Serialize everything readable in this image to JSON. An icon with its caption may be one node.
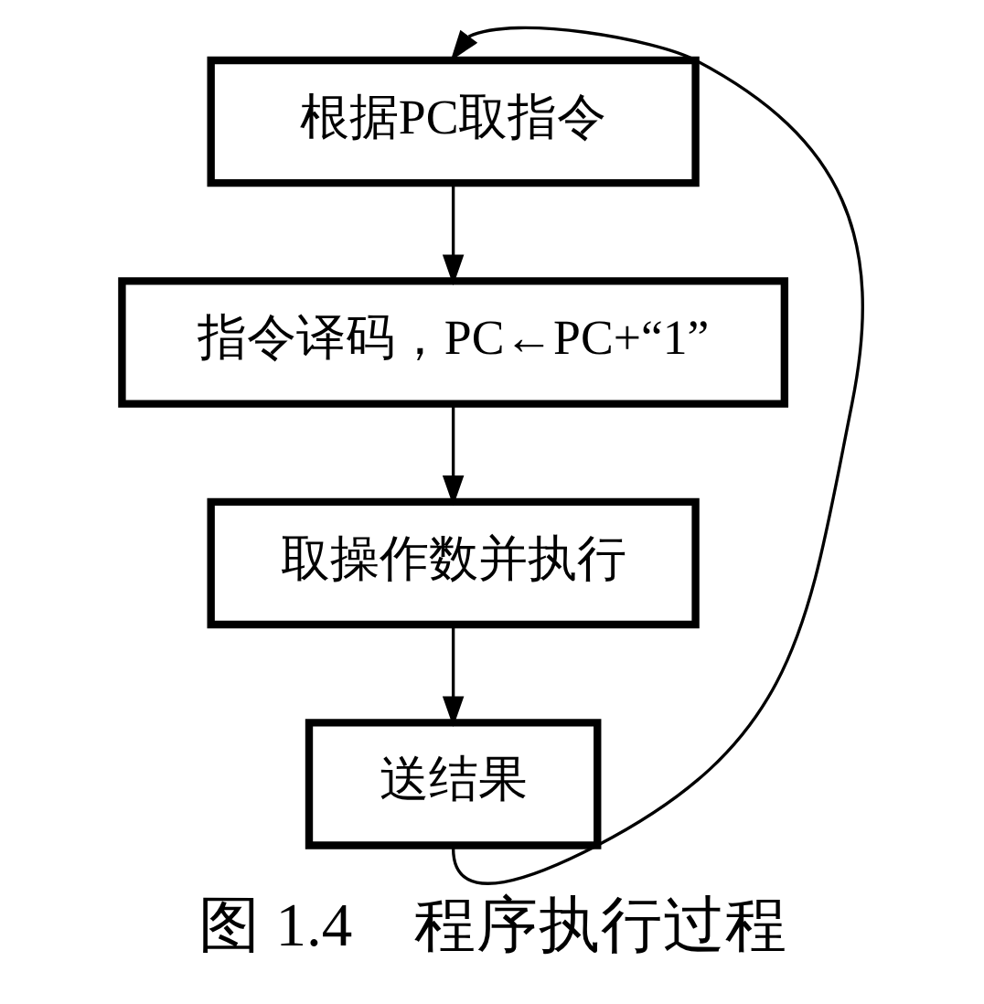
{
  "diagram": {
    "caption": "图 1.4　程序执行过程",
    "nodes": [
      {
        "text": [
          "根据PC取指令"
        ]
      },
      {
        "text": [
          "指令译码，PC←PC+“1”"
        ]
      },
      {
        "text": [
          "取操作数并执行"
        ]
      },
      {
        "text": [
          "送结果"
        ]
      }
    ],
    "edges": [
      {
        "from": 0,
        "to": 1,
        "arrow": "to"
      },
      {
        "from": 1,
        "to": 2,
        "arrow": "to"
      },
      {
        "from": 2,
        "to": 3,
        "arrow": "to"
      },
      {
        "from": 3,
        "to": 0,
        "arrow": "to"
      }
    ]
  }
}
